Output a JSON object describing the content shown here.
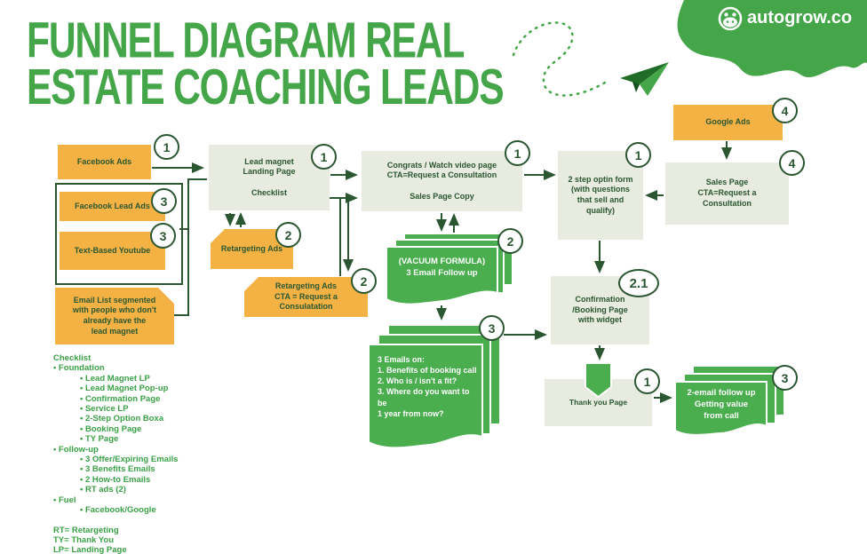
{
  "title": {
    "line1": "FUNNEL DIAGRAM REAL",
    "line2": "ESTATE COACHING LEADS"
  },
  "logo": {
    "text": "autogrow.co",
    "icon": "monkey-icon"
  },
  "colors": {
    "brand_green": "#44a649",
    "dark_green_text": "#2a5631",
    "orange_box": "#f4b244",
    "gray_box": "#e8ebdf",
    "stack_green": "#4aad4e",
    "checklist_green": "#3aa146"
  },
  "nodes": {
    "facebook_ads": {
      "label": "Facebook Ads",
      "badge": "1"
    },
    "facebook_lead_ads": {
      "label": "Facebook Lead Ads",
      "badge": "3"
    },
    "text_based_youtube": {
      "label": "Text-Based Youtube",
      "badge": "3"
    },
    "email_list": {
      "label": "Email List segmented\nwith people who don't\nalready have the\nlead magnet"
    },
    "lead_magnet": {
      "label": "Lead magnet\nLanding Page\n\nChecklist",
      "badge": "1"
    },
    "retargeting_ads": {
      "label": "Retargeting Ads",
      "badge": "2"
    },
    "retargeting_cta": {
      "label": "Retargeting Ads\nCTA = Request a\nConsulatation",
      "badge": "2"
    },
    "congrats": {
      "label": "Congrats / Watch video page\nCTA=Request a Consultation\n\nSales Page Copy",
      "badge": "1"
    },
    "vacuum": {
      "label": "(VACUUM FORMULA)\n3 Email Follow up",
      "badge": "2"
    },
    "three_emails": {
      "label": "3 Emails on:\n1. Benefits of booking call\n2. Who is / isn't a fit?\n3. Where do you want to be\n1 year from now?",
      "badge": "3"
    },
    "optin": {
      "label": "2 step optin form\n(with questions\nthat sell and\nqualify)",
      "badge": "1"
    },
    "google_ads": {
      "label": "Google Ads",
      "badge": "4"
    },
    "sales_page": {
      "label": "Sales Page\nCTA=Request a\nConsultation",
      "badge": "4"
    },
    "confirmation": {
      "label": "Confirmation\n/Booking Page\nwith widget",
      "badge": "2.1"
    },
    "thank_you": {
      "label": "Thank you Page",
      "badge": "1"
    },
    "two_email": {
      "label": "2-email follow up\nGetting value\nfrom call",
      "badge": "3"
    }
  },
  "checklist": {
    "title": "Checklist",
    "sections": [
      {
        "label": "Foundation",
        "items": [
          "Lead Magnet LP",
          "Lead Magnet Pop-up",
          "Confirmation Page",
          "Service LP",
          "2-Step Option Boxa",
          "Booking Page",
          "TY Page"
        ]
      },
      {
        "label": "Follow-up",
        "items": [
          "3 Offer/Expiring Emails",
          "3 Benefits Emails",
          "2 How-to Emails",
          "RT ads (2)"
        ]
      },
      {
        "label": "Fuel",
        "items": [
          "Facebook/Google"
        ]
      }
    ],
    "legend": [
      "RT= Retargeting",
      "TY= Thank You",
      "LP= Landing Page"
    ]
  }
}
